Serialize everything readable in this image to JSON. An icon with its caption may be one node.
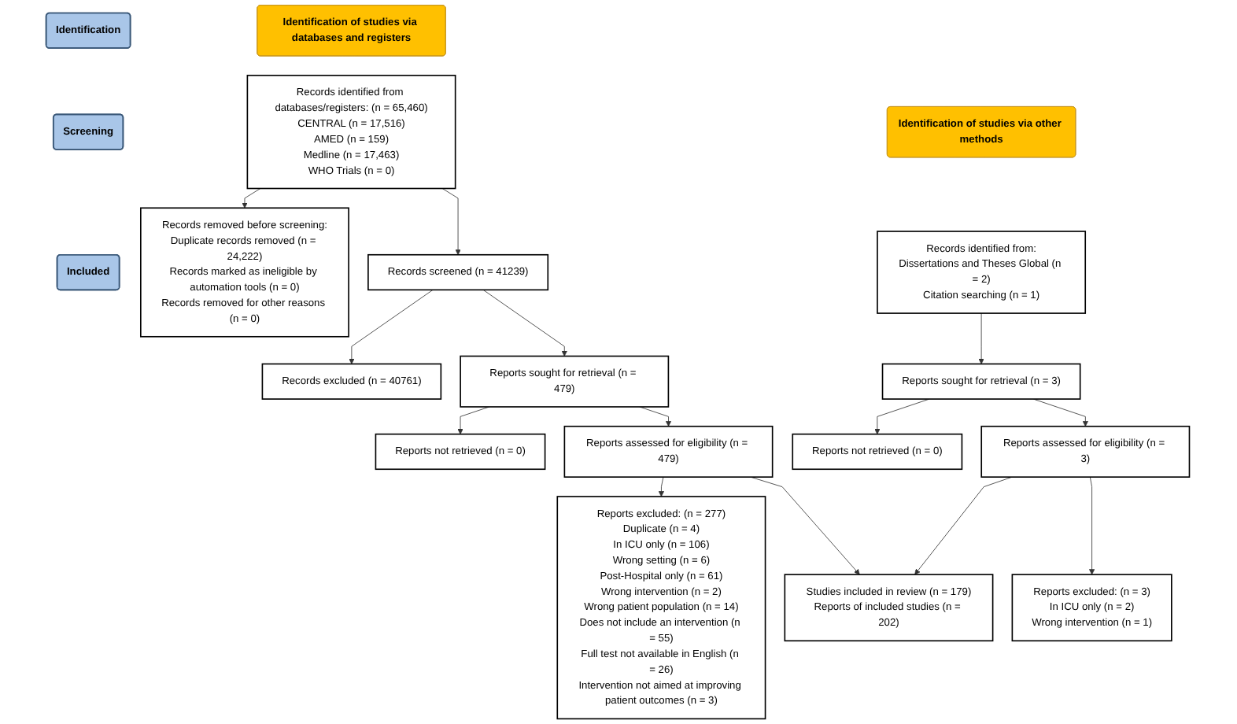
{
  "diagram": {
    "nodes": [
      {
        "text": [
          "Identification of studies via databases and registers"
        ]
      },
      {
        "text": [
          "Identification of studies via other methods"
        ]
      },
      {
        "text": [
          "Identification"
        ]
      },
      {
        "text": [
          "Screening"
        ]
      },
      {
        "text": [
          "Included"
        ]
      },
      {
        "text": [
          "Records identified from databases/registers: (n = 65,460)",
          "CENTRAL (n = 17,516)",
          "AMED (n = 159)",
          "Medline (n = 17,463)",
          "WHO Trials (n = 0)"
        ]
      },
      {
        "text": [
          "Records removed before screening:",
          "Duplicate records removed (n = 24,222)",
          "Records marked as ineligible by automation tools (n = 0)",
          "Records removed for other reasons (n = 0)"
        ]
      },
      {
        "text": [
          "Records screened (n = 41239)"
        ]
      },
      {
        "text": [
          "Records excluded (n = 40761)"
        ]
      },
      {
        "text": [
          "Reports sought for retrieval (n = 479)"
        ]
      },
      {
        "text": [
          "Reports not retrieved (n = 0)"
        ]
      },
      {
        "text": [
          "Reports assessed for eligibility (n = 479)"
        ]
      },
      {
        "text": [
          "Reports excluded: (n = 277)",
          "Duplicate (n = 4)",
          "In ICU only (n = 106)",
          "Wrong setting (n = 6)",
          "Post-Hospital only (n = 61)",
          "Wrong intervention (n = 2)",
          "Wrong patient population (n = 14)",
          "Does not include an intervention (n = 55)",
          "Full test not available in English (n = 26)",
          "Intervention not aimed at improving patient outcomes (n = 3)"
        ]
      },
      {
        "text": [
          "Studies included in review (n = 179)",
          "Reports of included studies (n = 202)"
        ]
      },
      {
        "text": [
          "Records identified from:",
          "Dissertations and Theses Global (n = 2)",
          "Citation searching (n = 1)"
        ]
      },
      {
        "text": [
          "Reports sought for retrieval (n = 3)"
        ]
      },
      {
        "text": [
          "Reports not retrieved (n = 0)"
        ]
      },
      {
        "text": [
          "Reports assessed for eligibility (n = 3)"
        ]
      },
      {
        "text": [
          "Reports excluded: (n = 3)",
          "In ICU only (n = 2)",
          "Wrong intervention (n = 1)"
        ]
      }
    ],
    "edges": [
      {
        "from": 5,
        "to": 6,
        "arrow": "to"
      },
      {
        "from": 5,
        "to": 7,
        "arrow": "to"
      },
      {
        "from": 7,
        "to": 8,
        "arrow": "to"
      },
      {
        "from": 7,
        "to": 9,
        "arrow": "to"
      },
      {
        "from": 9,
        "to": 10,
        "arrow": "to"
      },
      {
        "from": 9,
        "to": 11,
        "arrow": "to"
      },
      {
        "from": 11,
        "to": 12,
        "arrow": "to"
      },
      {
        "from": 11,
        "to": 13,
        "arrow": "to"
      },
      {
        "from": 14,
        "to": 15,
        "arrow": "to"
      },
      {
        "from": 15,
        "to": 16,
        "arrow": "to"
      },
      {
        "from": 15,
        "to": 17,
        "arrow": "to"
      },
      {
        "from": 17,
        "to": 18,
        "arrow": "to"
      },
      {
        "from": 17,
        "to": 13,
        "arrow": "to"
      }
    ]
  }
}
